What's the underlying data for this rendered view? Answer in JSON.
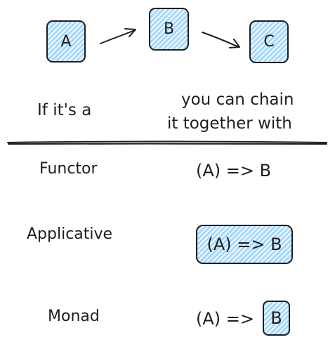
{
  "chain_nodes": {
    "a": "A",
    "b": "B",
    "c": "C"
  },
  "header": {
    "left": "If it's a",
    "right_line1": "you can chain",
    "right_line2": "it together with"
  },
  "rows": [
    {
      "name": "Functor",
      "signature": "(A) => B"
    },
    {
      "name": "Applicative",
      "signature": "(A) => B"
    },
    {
      "name": "Monad",
      "signature_prefix": "(A) =>",
      "boxed_part": "B"
    }
  ],
  "colors": {
    "stroke": "#1e1e1e",
    "fill": "#a5d8ff"
  }
}
